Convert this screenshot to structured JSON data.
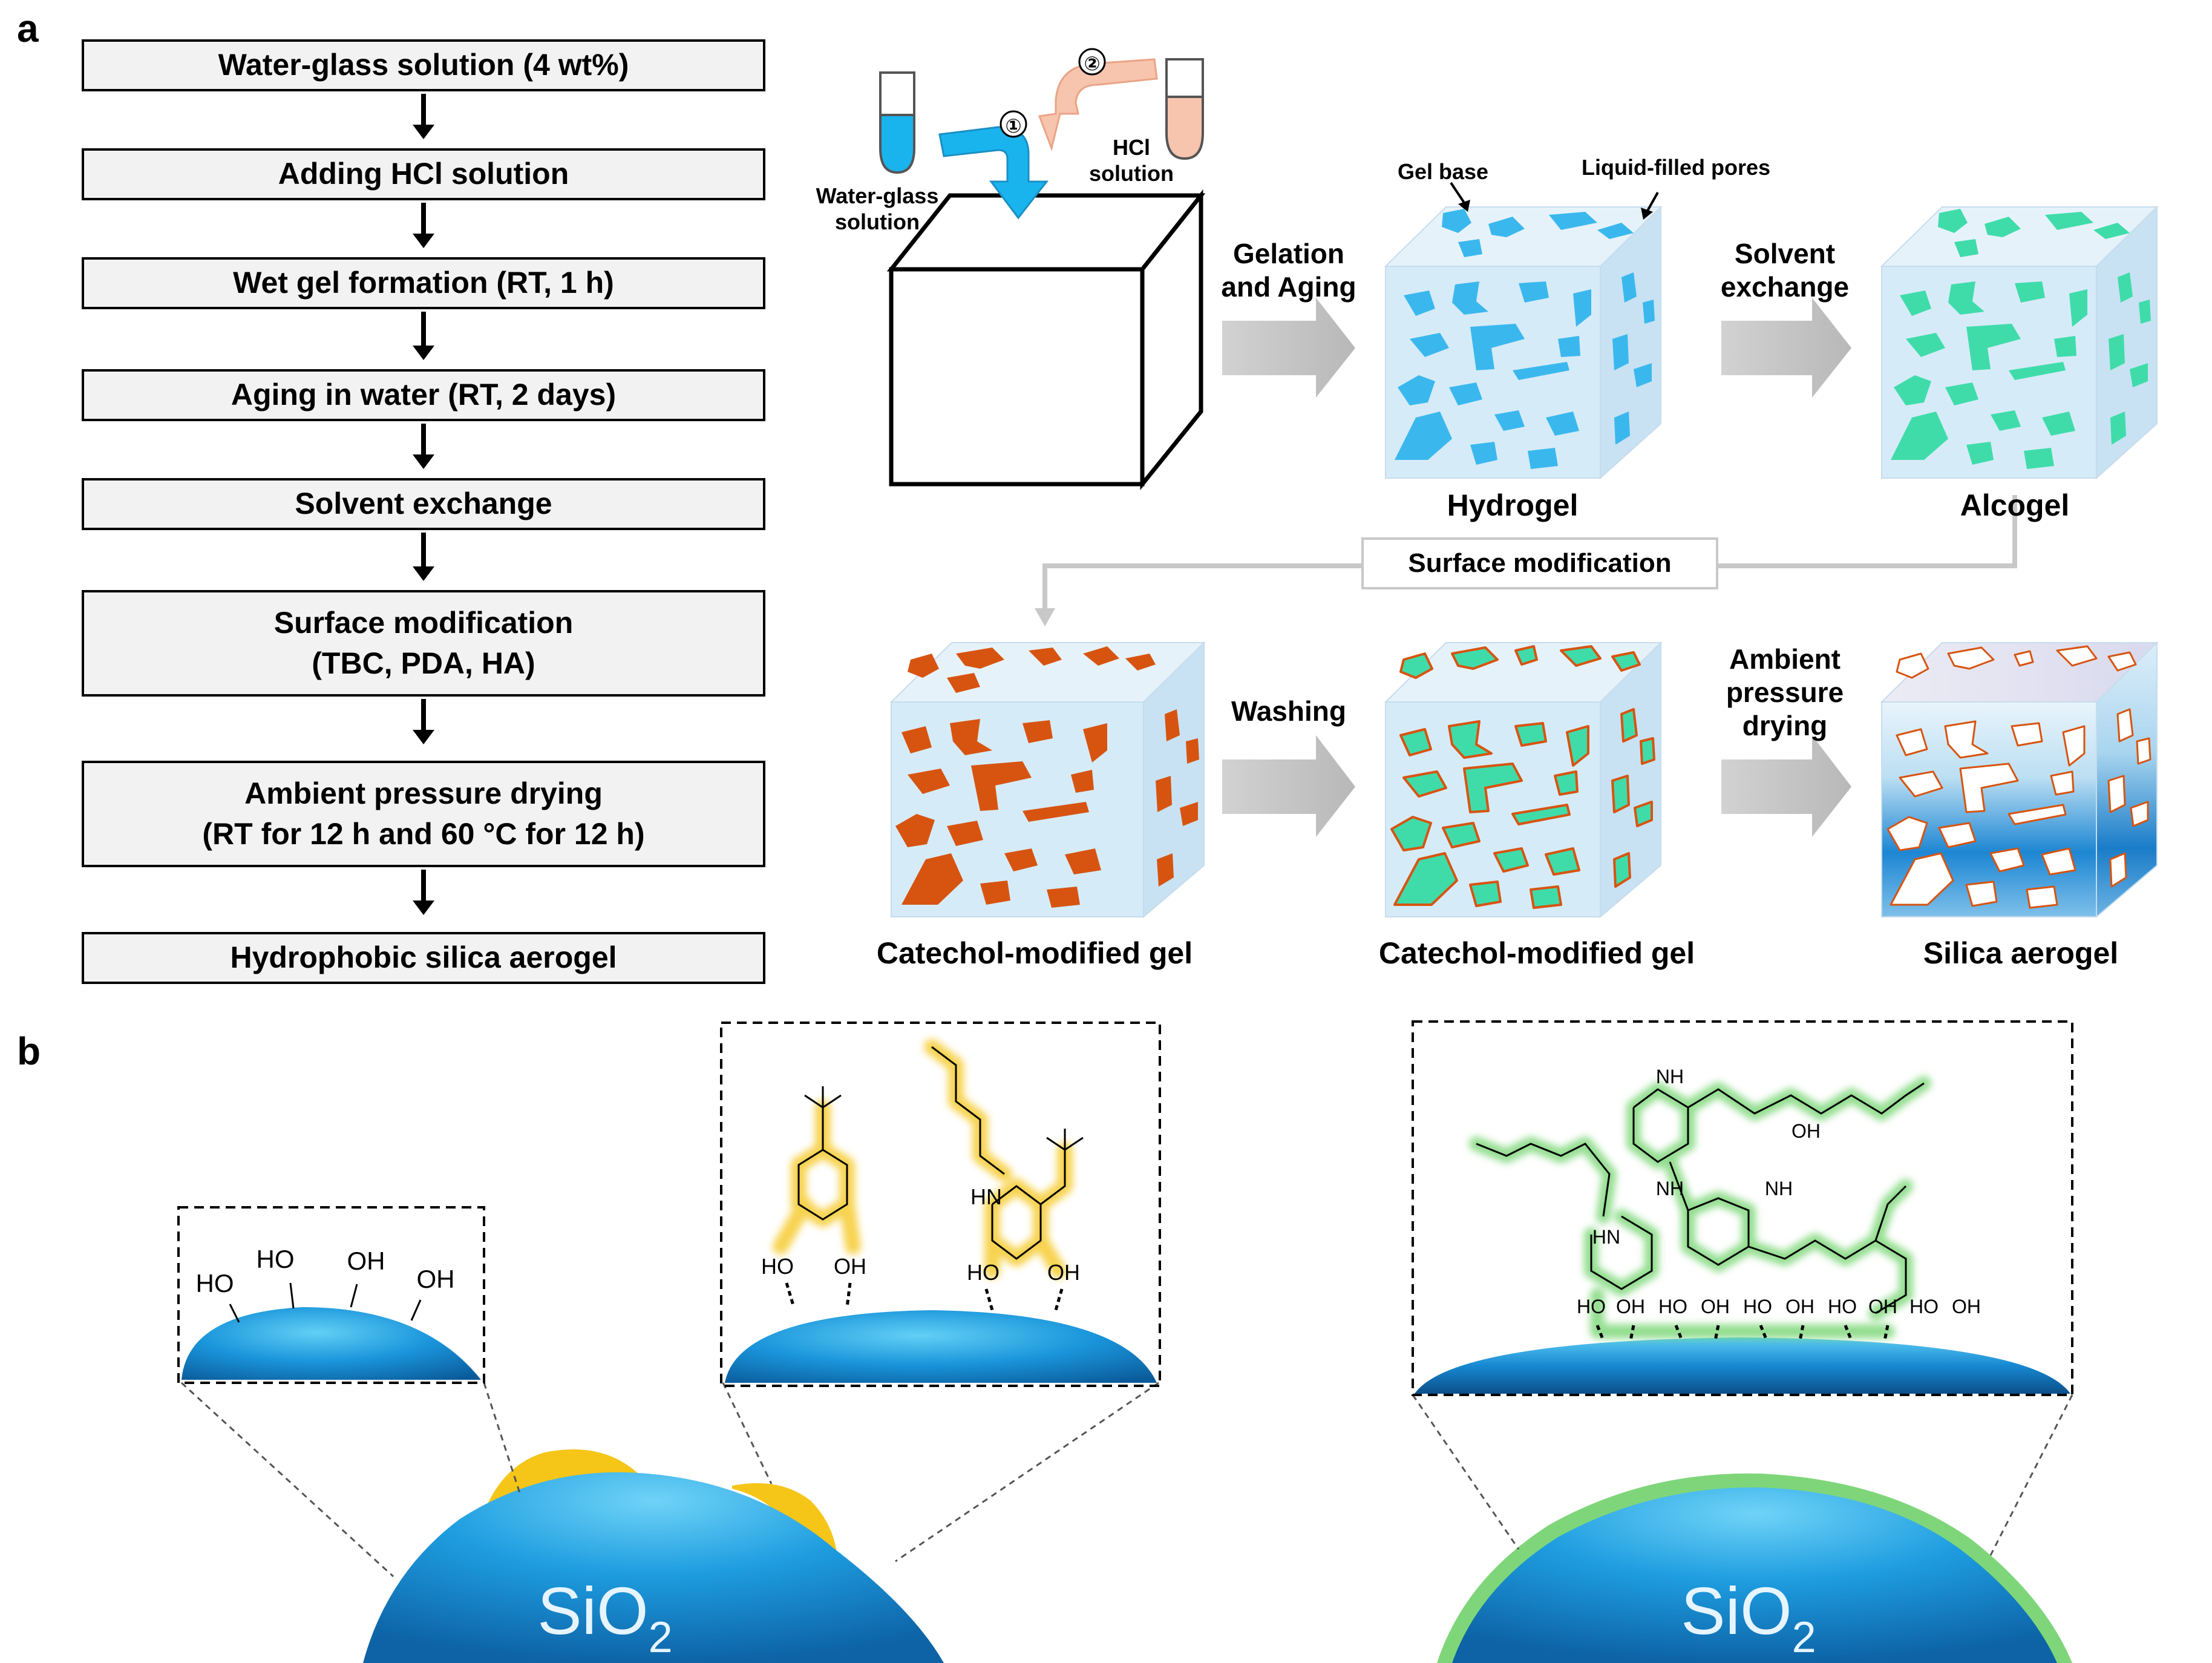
{
  "panels": {
    "a": "a",
    "b": "b"
  },
  "flowchart": [
    {
      "lines": [
        "Water-glass solution (4 wt%)"
      ]
    },
    {
      "lines": [
        "Adding HCl solution"
      ]
    },
    {
      "lines": [
        "Wet gel formation (RT, 1 h)"
      ]
    },
    {
      "lines": [
        "Aging in water (RT, 2 days)"
      ]
    },
    {
      "lines": [
        "Solvent exchange"
      ]
    },
    {
      "lines": [
        "Surface modification",
        "(TBC, PDA,  HA)"
      ]
    },
    {
      "lines": [
        "Ambient pressure drying",
        "(RT for 12 h and 60 °C for 12 h)"
      ]
    },
    {
      "lines": [
        "Hydrophobic silica aerogel"
      ]
    }
  ],
  "schematic": {
    "step1": "①",
    "step2": "②",
    "water_glass_label": [
      "Water-glass",
      "solution"
    ],
    "hcl_label": [
      "HCl",
      "solution"
    ],
    "gel_base": "Gel base",
    "liquid_pores": "Liquid-filled  pores",
    "gelation": [
      "Gelation",
      "and Aging"
    ],
    "solvent_exchange": [
      "Solvent",
      "exchange"
    ],
    "hydrogel": "Hydrogel",
    "alcogel": "Alcogel",
    "surface_mod": "Surface modification",
    "washing": "Washing",
    "apd": [
      "Ambient",
      "pressure",
      "drying"
    ],
    "catechol_gel_1": "Catechol-modified gel",
    "catechol_gel_2": "Catechol-modified gel",
    "silica_aerogel": "Silica aerogel"
  },
  "panel_b": {
    "oh_labels": [
      "HO",
      "HO",
      "OH",
      "OH"
    ],
    "sio2_left": "SiO",
    "sio2_right": "SiO",
    "subscript": "2",
    "mid_labels": [
      "HO",
      "OH",
      "HO",
      "OH",
      "HN"
    ],
    "right_labels": [
      "HO",
      "OH",
      "HO",
      "OH",
      "HO",
      "OH",
      "HO",
      "OH",
      "HO",
      "OH",
      "NH",
      "NH",
      "NH",
      "HN",
      "OH"
    ]
  },
  "colors": {
    "cube_face": "#d6ebf8",
    "hydro_pore": "#3ab8ee",
    "alco_pore": "#3fdcaa",
    "catechol_pore": "#d75410",
    "gray_arrow": "#c4c4c4",
    "tube_blue": "#19b4ee",
    "tube_pink": "#f7c4ad",
    "tbc_yellow": "#f5c518",
    "pda_green": "#73d46b",
    "sio2_blue": "#1489d6"
  }
}
